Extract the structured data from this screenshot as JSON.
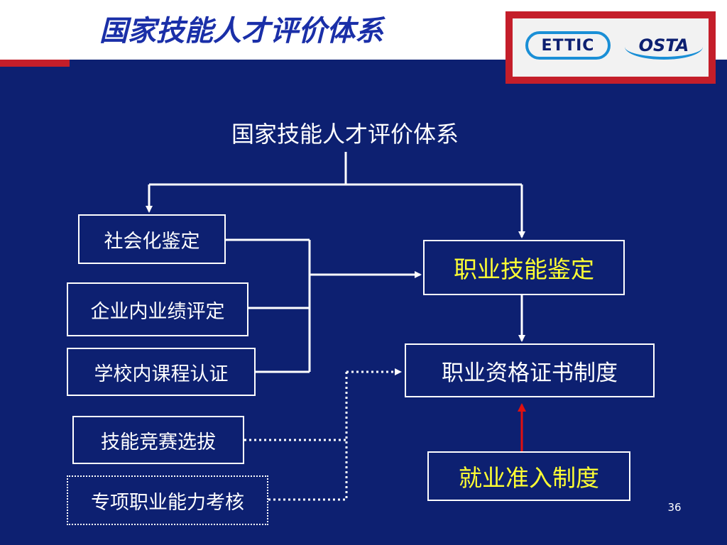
{
  "slide": {
    "title": "国家技能人才评价体系",
    "page_number": "36"
  },
  "logos": {
    "left": "ETTIC",
    "right": "OSTA"
  },
  "colors": {
    "background": "#0d2071",
    "title": "#1a2fa8",
    "accent_red": "#c41e2a",
    "highlight_yellow": "#ffff33",
    "arrow_red": "#e01010"
  },
  "diagram": {
    "root": "国家技能人才评价体系",
    "nodes": {
      "social": "社会化鉴定",
      "enterprise": "企业内业绩评定",
      "school": "学校内课程认证",
      "contest": "技能竞赛选拔",
      "special": "专项职业能力考核",
      "vocational_skill": "职业技能鉴定",
      "certificate": "职业资格证书制度",
      "employment": "就业准入制度"
    }
  }
}
